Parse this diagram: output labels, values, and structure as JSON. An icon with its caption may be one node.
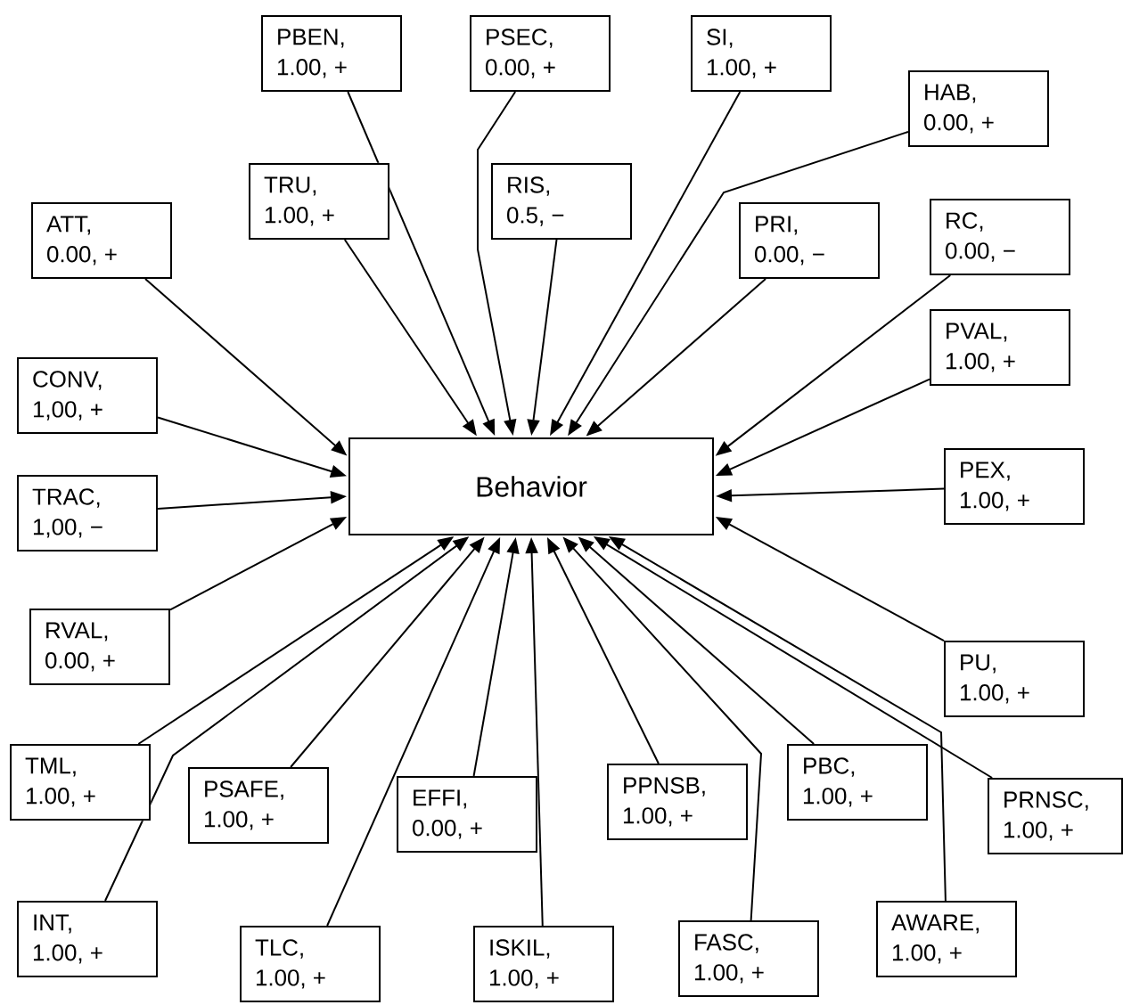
{
  "diagram": {
    "nodes": [
      {
        "text": [
          "Behavior"
        ]
      },
      {
        "text": [
          "PBEN, 1.00, +"
        ]
      },
      {
        "text": [
          "PSEC, 0.00, +"
        ]
      },
      {
        "text": [
          "SI, 1.00, +"
        ]
      },
      {
        "text": [
          "HAB, 0.00, +"
        ]
      },
      {
        "text": [
          "TRU, 1.00, +"
        ]
      },
      {
        "text": [
          "RIS, 0.5, −"
        ]
      },
      {
        "text": [
          "ATT, 0.00, +"
        ]
      },
      {
        "text": [
          "PRI, 0.00, −"
        ]
      },
      {
        "text": [
          "RC, 0.00, −"
        ]
      },
      {
        "text": [
          "PVAL, 1.00, +"
        ]
      },
      {
        "text": [
          "CONV, 1,00, +"
        ]
      },
      {
        "text": [
          "TRAC, 1,00, −"
        ]
      },
      {
        "text": [
          "PEX, 1.00, +"
        ]
      },
      {
        "text": [
          "RVAL, 0.00, +"
        ]
      },
      {
        "text": [
          "PU, 1.00, +"
        ]
      },
      {
        "text": [
          "TML, 1.00, +"
        ]
      },
      {
        "text": [
          "PSAFE, 1.00, +"
        ]
      },
      {
        "text": [
          "EFFI, 0.00, +"
        ]
      },
      {
        "text": [
          "PPNSB, 1.00, +"
        ]
      },
      {
        "text": [
          "PBC, 1.00, +"
        ]
      },
      {
        "text": [
          "PRNSC, 1.00, +"
        ]
      },
      {
        "text": [
          "INT, 1.00, +"
        ]
      },
      {
        "text": [
          "TLC, 1.00, +"
        ]
      },
      {
        "text": [
          "ISKIL, 1.00, +"
        ]
      },
      {
        "text": [
          "FASC, 1.00, +"
        ]
      },
      {
        "text": [
          "AWARE, 1.00, +"
        ]
      }
    ],
    "edges": [
      {
        "from": 1,
        "to": 0,
        "arrow": "to"
      },
      {
        "from": 2,
        "to": 0,
        "arrow": "to"
      },
      {
        "from": 3,
        "to": 0,
        "arrow": "to"
      },
      {
        "from": 4,
        "to": 0,
        "arrow": "to"
      },
      {
        "from": 5,
        "to": 0,
        "arrow": "to"
      },
      {
        "from": 6,
        "to": 0,
        "arrow": "to"
      },
      {
        "from": 7,
        "to": 0,
        "arrow": "to"
      },
      {
        "from": 8,
        "to": 0,
        "arrow": "to"
      },
      {
        "from": 9,
        "to": 0,
        "arrow": "to"
      },
      {
        "from": 10,
        "to": 0,
        "arrow": "to"
      },
      {
        "from": 11,
        "to": 0,
        "arrow": "to"
      },
      {
        "from": 12,
        "to": 0,
        "arrow": "to"
      },
      {
        "from": 13,
        "to": 0,
        "arrow": "to"
      },
      {
        "from": 14,
        "to": 0,
        "arrow": "to"
      },
      {
        "from": 15,
        "to": 0,
        "arrow": "to"
      },
      {
        "from": 16,
        "to": 0,
        "arrow": "to"
      },
      {
        "from": 17,
        "to": 0,
        "arrow": "to"
      },
      {
        "from": 18,
        "to": 0,
        "arrow": "to"
      },
      {
        "from": 19,
        "to": 0,
        "arrow": "to"
      },
      {
        "from": 20,
        "to": 0,
        "arrow": "to"
      },
      {
        "from": 21,
        "to": 0,
        "arrow": "to"
      },
      {
        "from": 22,
        "to": 0,
        "arrow": "to"
      },
      {
        "from": 23,
        "to": 0,
        "arrow": "to"
      },
      {
        "from": 24,
        "to": 0,
        "arrow": "to"
      },
      {
        "from": 25,
        "to": 0,
        "arrow": "to"
      },
      {
        "from": 26,
        "to": 0,
        "arrow": "to"
      }
    ]
  }
}
